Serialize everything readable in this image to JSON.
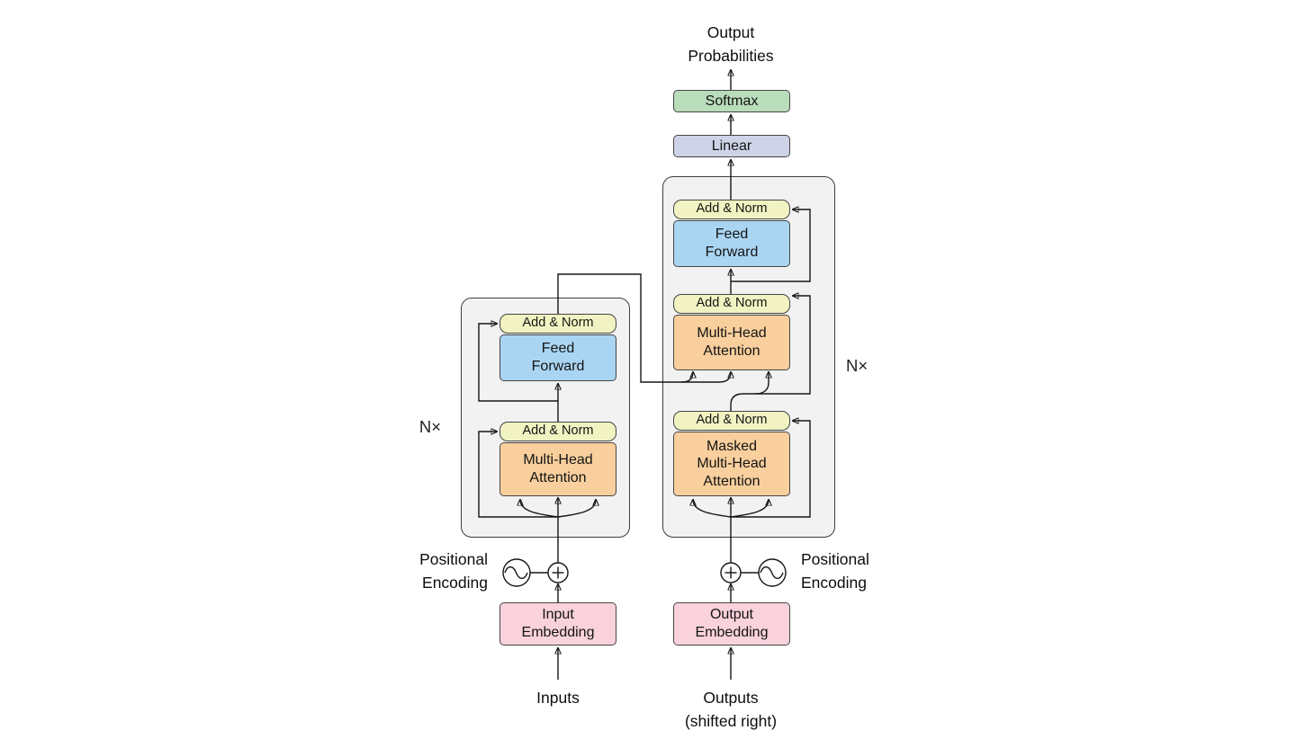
{
  "colors": {
    "add_norm": "#f1f3c2",
    "feed_forward": "#a9d5f2",
    "attention": "#f8cf9d",
    "embedding": "#f9d2dc",
    "linear": "#ced3e8",
    "softmax": "#b9ddbb",
    "block_background": "#f2f2f3",
    "wire": "#161616"
  },
  "labels": {
    "output_probabilities": "Output\nProbabilities",
    "inputs": "Inputs",
    "outputs_shifted": "Outputs\n(shifted right)",
    "positional_encoding": "Positional\nEncoding",
    "n_times": "N×"
  },
  "output_head": {
    "softmax": "Softmax",
    "linear": "Linear"
  },
  "encoder": {
    "add_norm_top": "Add & Norm",
    "feed_forward": "Feed\nForward",
    "add_norm_bottom": "Add & Norm",
    "attention": "Multi-Head\nAttention",
    "input_embedding": "Input\nEmbedding"
  },
  "decoder": {
    "add_norm_top": "Add & Norm",
    "feed_forward": "Feed\nForward",
    "add_norm_mid": "Add & Norm",
    "attention": "Multi-Head\nAttention",
    "add_norm_bottom": "Add & Norm",
    "masked_attention": "Masked\nMulti-Head\nAttention",
    "output_embedding": "Output\nEmbedding"
  }
}
